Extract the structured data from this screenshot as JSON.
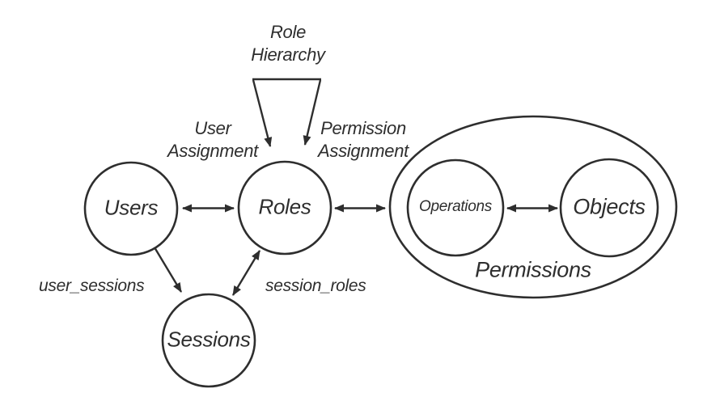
{
  "diagram": {
    "colors": {
      "ink": "#2e2e2e",
      "background": "#ffffff"
    },
    "nodes": {
      "users": "Users",
      "roles": "Roles",
      "sessions": "Sessions",
      "operations": "Operations",
      "objects": "Objects"
    },
    "groups": {
      "permissions": "Permissions"
    },
    "annotations": {
      "role_hierarchy": {
        "line1": "Role",
        "line2": "Hierarchy"
      },
      "user_assignment": {
        "line1": "User",
        "line2": "Assignment"
      },
      "permission_assignment": {
        "line1": "Permission",
        "line2": "Assignment"
      },
      "user_sessions": "user_sessions",
      "session_roles": "session_roles"
    },
    "edges": [
      {
        "from": "Users",
        "to": "Roles",
        "style": "double-arrow"
      },
      {
        "from": "Roles",
        "to": "Permissions",
        "style": "double-arrow"
      },
      {
        "from": "Operations",
        "to": "Objects",
        "style": "double-arrow"
      },
      {
        "from": "Users",
        "to": "Sessions",
        "style": "single-arrow"
      },
      {
        "from": "Sessions",
        "to": "Roles",
        "style": "double-arrow"
      },
      {
        "from": "Role Hierarchy",
        "to": "Roles",
        "style": "two-pronged-arrow"
      }
    ]
  }
}
